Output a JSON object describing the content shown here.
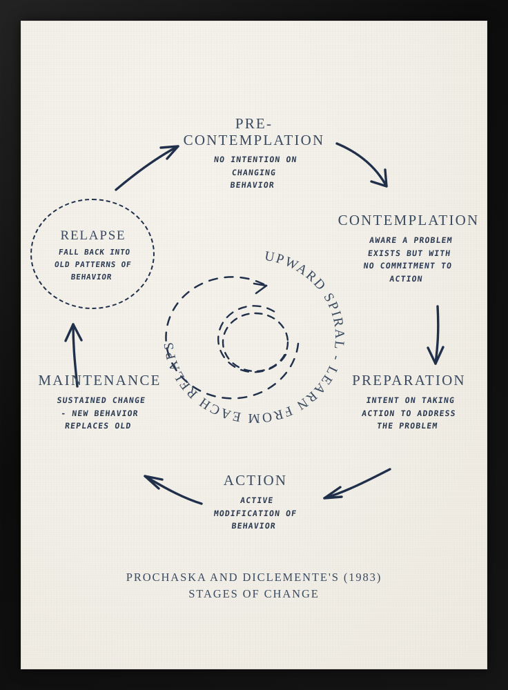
{
  "poster": {
    "frame_color": "#111111",
    "paper_color": "#f2efe8",
    "ink_color": "#28384f",
    "heading_color": "#3a4a60",
    "caption": "PROCHASKA AND DICLEMENTE'S (1983)\nSTAGES OF CHANGE",
    "center_label": "UPWARD SPIRAL - LEARN FROM EACH RELAPSE"
  },
  "stages": {
    "precontemplation": {
      "title": "PRE-\nCONTEMPLATION",
      "description": "NO INTENTION ON\nCHANGING\nBEHAVIOR"
    },
    "contemplation": {
      "title": "CONTEMPLATION",
      "description": "AWARE A PROBLEM\nEXISTS BUT WITH\nNO COMMITMENT TO\nACTION"
    },
    "preparation": {
      "title": "PREPARATION",
      "description": "INTENT ON TAKING\nACTION TO ADDRESS\nTHE PROBLEM"
    },
    "action": {
      "title": "ACTION",
      "description": "ACTIVE\nMODIFICATION OF\nBEHAVIOR"
    },
    "maintenance": {
      "title": "MAINTENANCE",
      "description": "SUSTAINED CHANGE\n- NEW BEHAVIOR\nREPLACES OLD"
    },
    "relapse": {
      "title": "RELAPSE",
      "description": "FALL BACK INTO\nOLD PATTERNS OF\nBEHAVIOR"
    }
  },
  "chart_data": {
    "type": "diagram",
    "title": "PROCHASKA AND DICLEMENTE'S (1983) STAGES OF CHANGE",
    "layout": "cycle",
    "nodes": [
      {
        "id": "precontemplation",
        "label": "PRE-CONTEMPLATION",
        "detail": "NO INTENTION ON CHANGING BEHAVIOR",
        "position": "top",
        "shape": "text"
      },
      {
        "id": "contemplation",
        "label": "CONTEMPLATION",
        "detail": "AWARE A PROBLEM EXISTS BUT WITH NO COMMITMENT TO ACTION",
        "position": "top-right",
        "shape": "text"
      },
      {
        "id": "preparation",
        "label": "PREPARATION",
        "detail": "INTENT ON TAKING ACTION TO ADDRESS THE PROBLEM",
        "position": "bottom-right",
        "shape": "text"
      },
      {
        "id": "action",
        "label": "ACTION",
        "detail": "ACTIVE MODIFICATION OF BEHAVIOR",
        "position": "bottom",
        "shape": "text"
      },
      {
        "id": "maintenance",
        "label": "MAINTENANCE",
        "detail": "SUSTAINED CHANGE - NEW BEHAVIOR REPLACES OLD",
        "position": "bottom-left",
        "shape": "text"
      },
      {
        "id": "relapse",
        "label": "RELAPSE",
        "detail": "FALL BACK INTO OLD PATTERNS OF BEHAVIOR",
        "position": "top-left",
        "shape": "dashed-circle"
      }
    ],
    "edges": [
      {
        "from": "relapse",
        "to": "precontemplation",
        "style": "curved-arrow"
      },
      {
        "from": "precontemplation",
        "to": "contemplation",
        "style": "curved-arrow"
      },
      {
        "from": "contemplation",
        "to": "preparation",
        "style": "straight-arrow"
      },
      {
        "from": "preparation",
        "to": "action",
        "style": "curved-arrow"
      },
      {
        "from": "action",
        "to": "maintenance",
        "style": "curved-arrow"
      },
      {
        "from": "maintenance",
        "to": "relapse",
        "style": "straight-arrow"
      }
    ],
    "center_annotation": "UPWARD SPIRAL - LEARN FROM EACH RELAPSE",
    "center_shape": "dashed-spiral-with-arrowhead"
  }
}
